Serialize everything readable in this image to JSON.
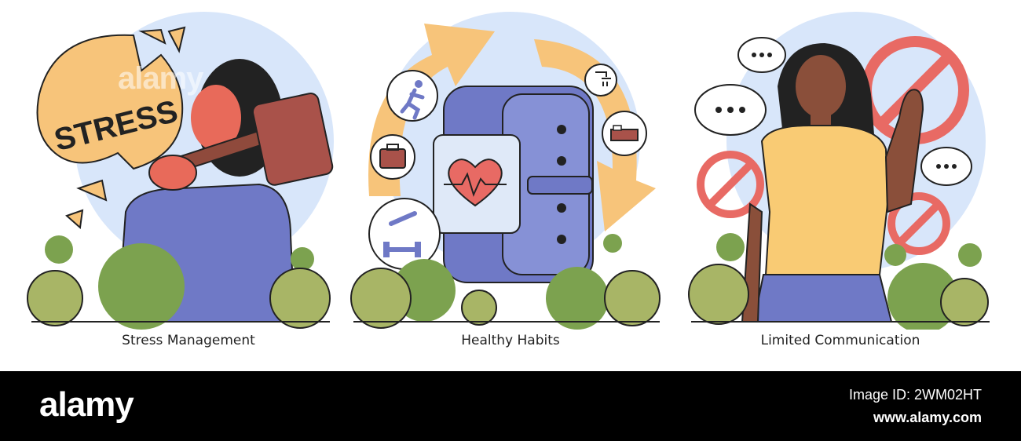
{
  "panels": [
    {
      "caption": "Stress Management",
      "badge": "STRESS"
    },
    {
      "caption": "Healthy Habits"
    },
    {
      "caption": "Limited Communication"
    }
  ],
  "footer": {
    "logo": "alamy",
    "image_id": "Image ID: 2WM02HT",
    "url": "www.alamy.com"
  },
  "watermark": "alamy",
  "icons": [
    "running-person-icon",
    "briefcase-icon",
    "dumbbell-icon",
    "shower-icon",
    "bed-icon",
    "heart-rate-icon",
    "speech-bubble-icon",
    "prohibited-sign-icon"
  ],
  "colors": {
    "sky": "#d8e6fa",
    "orange": "#f7c47a",
    "purple": "#6f79c6",
    "green": "#7ca24f",
    "light_green": "#a8b566",
    "red": "#e86a64",
    "yellow": "#f9cb74",
    "skin": "#8a4f3a"
  }
}
